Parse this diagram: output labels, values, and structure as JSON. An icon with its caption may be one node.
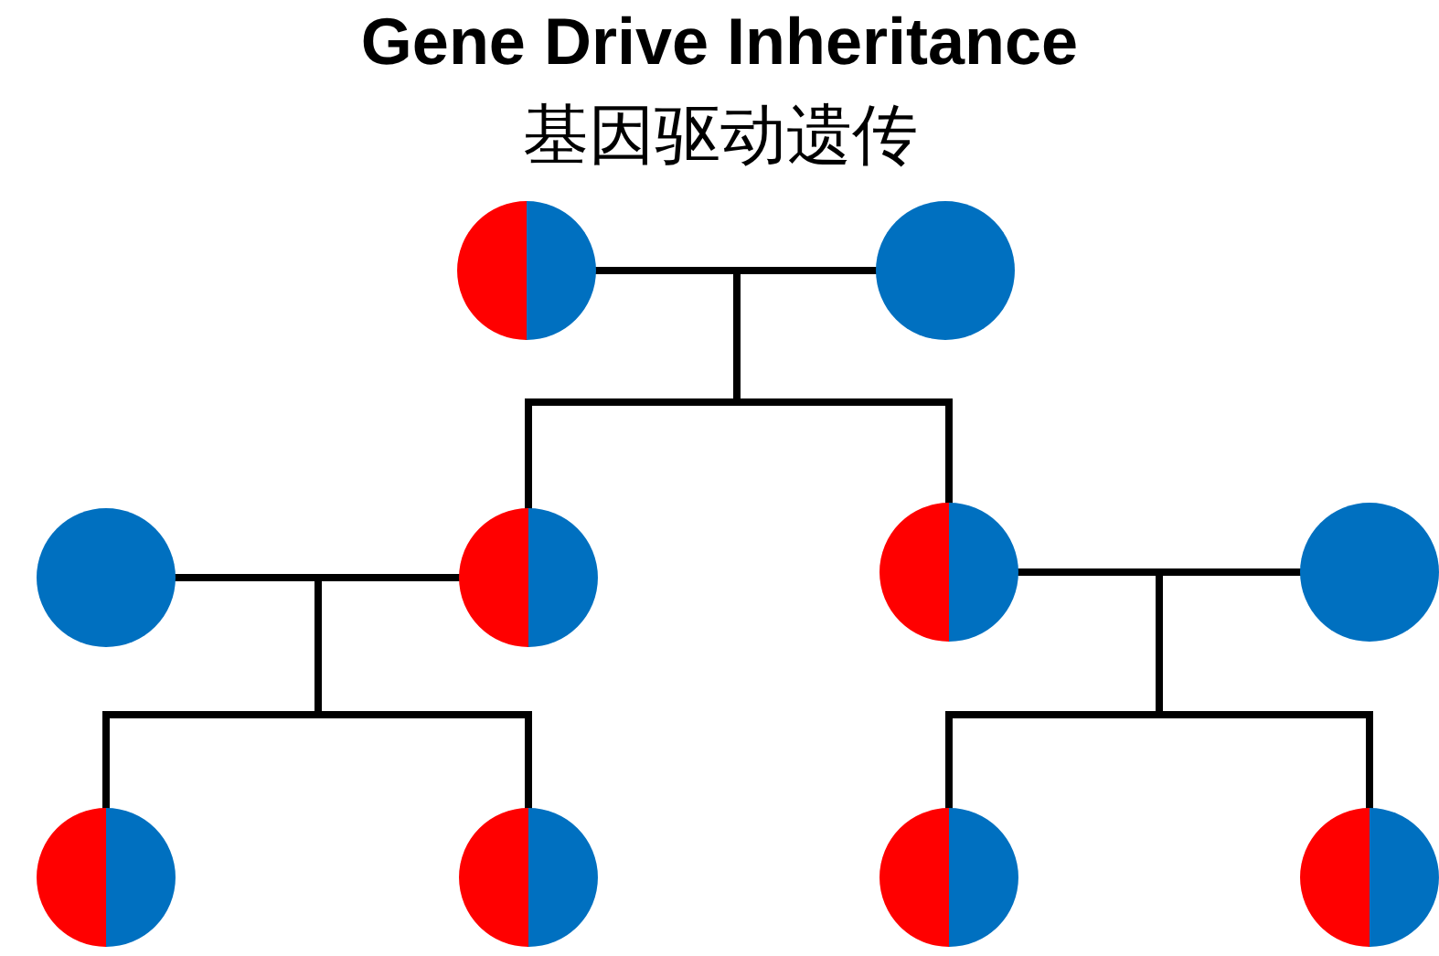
{
  "diagram": {
    "title": "Gene Drive Inheritance",
    "labels": [
      "基因驱动遗传"
    ],
    "nodes": [
      {
        "text": [],
        "shape": "circle"
      },
      {
        "text": [],
        "shape": "circle"
      },
      {
        "text": [],
        "shape": "circle"
      },
      {
        "text": [],
        "shape": "circle"
      },
      {
        "text": [],
        "shape": "circle"
      },
      {
        "text": [],
        "shape": "circle"
      },
      {
        "text": [],
        "shape": "circle"
      },
      {
        "text": [],
        "shape": "circle"
      },
      {
        "text": [],
        "shape": "circle"
      },
      {
        "text": [],
        "shape": "circle"
      }
    ],
    "edges": [
      {
        "from": 0,
        "to": 1,
        "arrow": "none"
      },
      {
        "from": 0,
        "to": 3,
        "arrow": "none"
      },
      {
        "from": 1,
        "to": 3,
        "arrow": "none"
      },
      {
        "from": 0,
        "to": 4,
        "arrow": "none"
      },
      {
        "from": 1,
        "to": 4,
        "arrow": "none"
      },
      {
        "from": 2,
        "to": 3,
        "arrow": "none"
      },
      {
        "from": 2,
        "to": 6,
        "arrow": "none"
      },
      {
        "from": 3,
        "to": 6,
        "arrow": "none"
      },
      {
        "from": 2,
        "to": 7,
        "arrow": "none"
      },
      {
        "from": 3,
        "to": 7,
        "arrow": "none"
      },
      {
        "from": 4,
        "to": 5,
        "arrow": "none"
      },
      {
        "from": 4,
        "to": 8,
        "arrow": "none"
      },
      {
        "from": 5,
        "to": 8,
        "arrow": "none"
      },
      {
        "from": 4,
        "to": 9,
        "arrow": "none"
      },
      {
        "from": 5,
        "to": 9,
        "arrow": "none"
      }
    ]
  }
}
